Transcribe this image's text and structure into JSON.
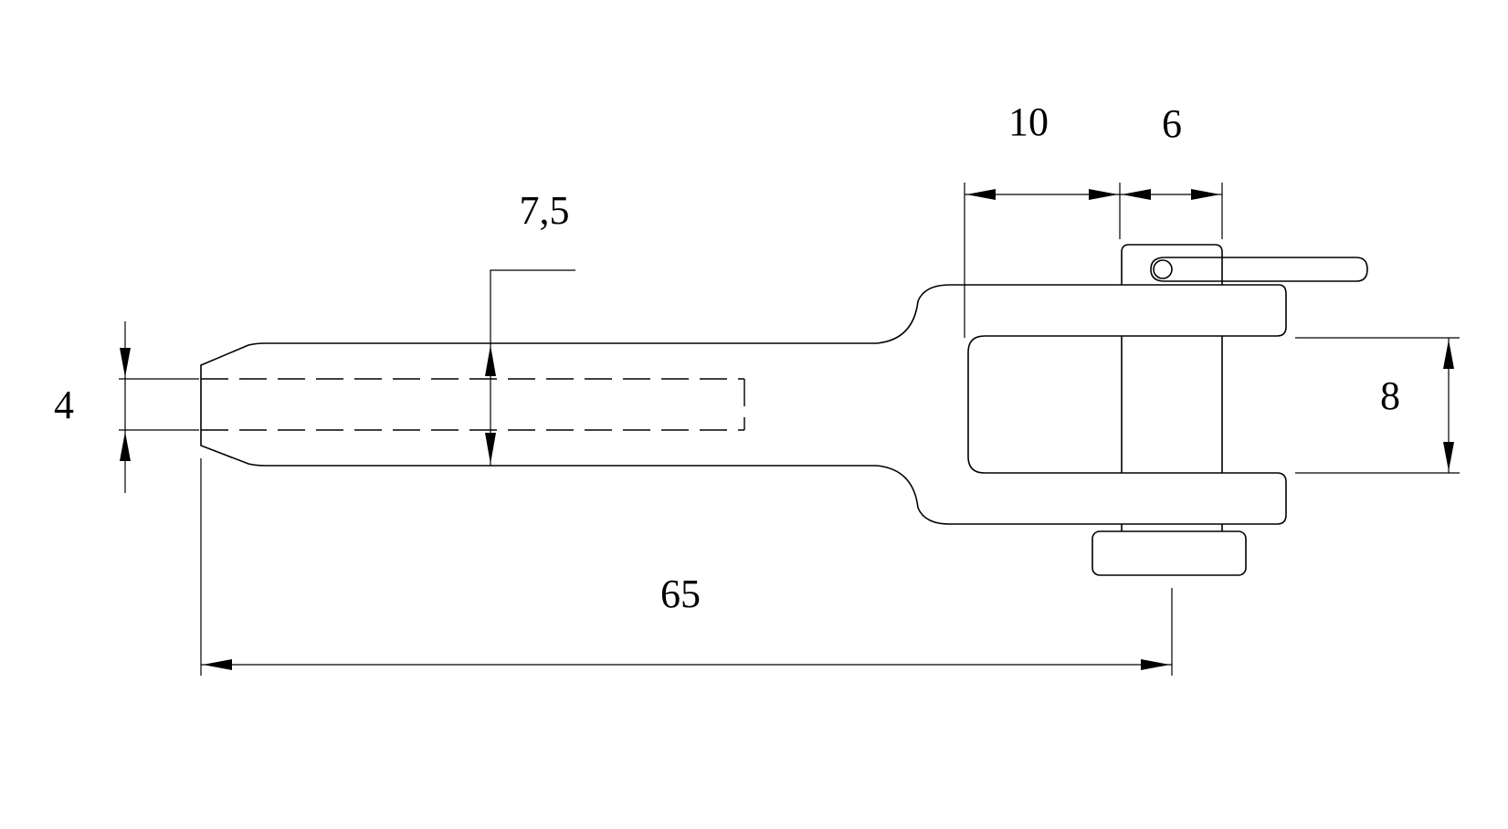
{
  "dimensions": {
    "fork_length": "10",
    "pin_width": "6",
    "shank_diameter": "7,5",
    "bore_diameter": "4",
    "fork_gap": "8",
    "overall_length": "65"
  },
  "colors": {
    "line": "#000000",
    "background": "#ffffff"
  }
}
